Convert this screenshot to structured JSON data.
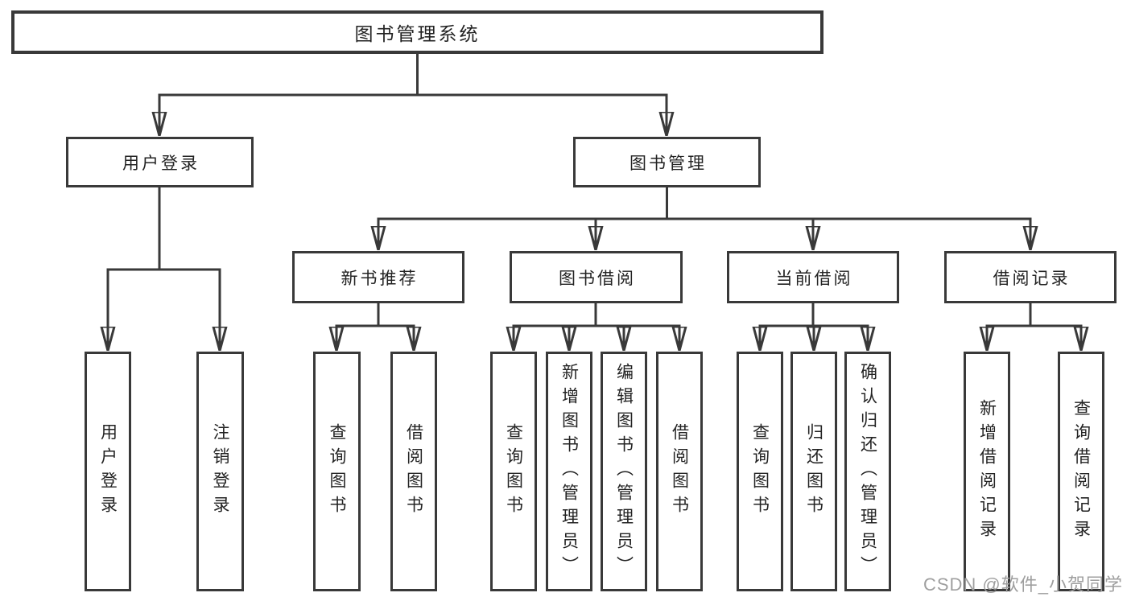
{
  "diagram": {
    "title": "图书管理系统",
    "root": {
      "label": "图书管理系统"
    },
    "level2": {
      "user_login": {
        "label": "用户登录"
      },
      "book_mgmt": {
        "label": "图书管理"
      }
    },
    "level3": {
      "new_book_rec": {
        "label": "新书推荐",
        "parent": "图书管理"
      },
      "book_borrow": {
        "label": "图书借阅",
        "parent": "图书管理"
      },
      "current_borrow": {
        "label": "当前借阅",
        "parent": "图书管理"
      },
      "borrow_record": {
        "label": "借阅记录",
        "parent": "图书管理"
      }
    },
    "leaves": {
      "user_login_leaf": {
        "label": "用户登录",
        "parent": "用户登录"
      },
      "logout_leaf": {
        "label": "注销登录",
        "parent": "用户登录"
      },
      "rec_query_book": {
        "label": "查询图书",
        "parent": "新书推荐"
      },
      "rec_borrow_book": {
        "label": "借阅图书",
        "parent": "新书推荐"
      },
      "bb_query_book": {
        "label": "查询图书",
        "parent": "图书借阅"
      },
      "bb_add_book": {
        "label": "新增图书（管理员）",
        "parent": "图书借阅"
      },
      "bb_edit_book": {
        "label": "编辑图书（管理员）",
        "parent": "图书借阅"
      },
      "bb_borrow_book": {
        "label": "借阅图书",
        "parent": "图书借阅"
      },
      "cb_query_book": {
        "label": "查询图书",
        "parent": "当前借阅"
      },
      "cb_return_book": {
        "label": "归还图书",
        "parent": "当前借阅"
      },
      "cb_confirm_return": {
        "label": "确认归还（管理员）",
        "parent": "当前借阅"
      },
      "br_add_record": {
        "label": "新增借阅记录",
        "parent": "借阅记录"
      },
      "br_query_record": {
        "label": "查询借阅记录",
        "parent": "借阅记录"
      }
    },
    "watermark": "CSDN @软件_小贺同学",
    "colors": {
      "line": "#393939",
      "box_border": "#393939",
      "text": "#232323",
      "background": "#ffffff",
      "watermark": "#9f9f9f"
    }
  }
}
